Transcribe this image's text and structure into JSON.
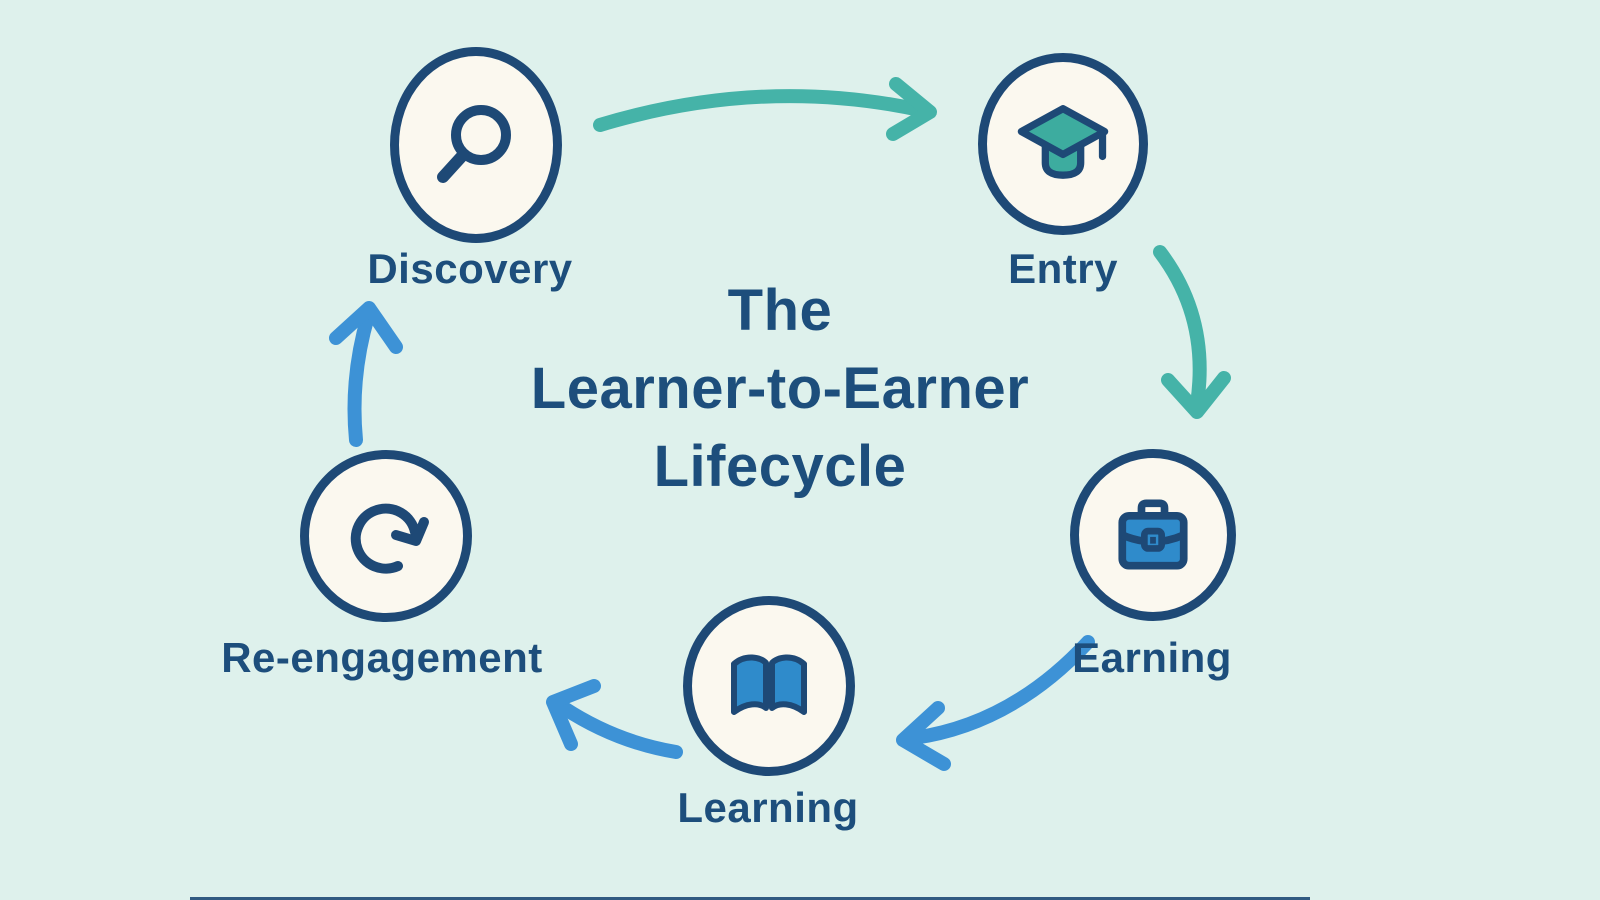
{
  "title": {
    "line1": "The",
    "line2": "Learner-to-Earner",
    "line3": "Lifecycle"
  },
  "nodes": [
    {
      "id": "discovery",
      "label": "Discovery",
      "icon": "magnifier-icon"
    },
    {
      "id": "entry",
      "label": "Entry",
      "icon": "graduation-cap-icon"
    },
    {
      "id": "earning",
      "label": "Earning",
      "icon": "briefcase-icon"
    },
    {
      "id": "learning",
      "label": "Learning",
      "icon": "open-book-icon"
    },
    {
      "id": "re-engagement",
      "label": "Re-engagement",
      "icon": "refresh-icon"
    }
  ],
  "flow_order": [
    "Discovery",
    "Entry",
    "Earning",
    "Learning",
    "Re-engagement"
  ],
  "colors": {
    "background": "#def1ec",
    "node_fill": "#fbf8ef",
    "navy": "#1e4976",
    "text_navy": "#1d4e7c",
    "teal_arrow": "#45b3a8",
    "teal_fill": "#3dac9f",
    "blue_arrow": "#3d92d6",
    "blue_fill": "#2f8bcb"
  }
}
